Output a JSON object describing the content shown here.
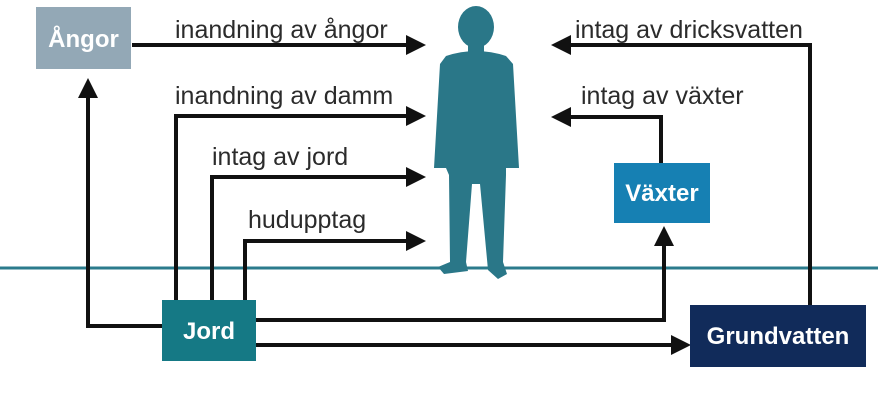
{
  "nodes": {
    "angor": {
      "label": "Ångor",
      "color": "#93a8b6"
    },
    "jord": {
      "label": "Jord",
      "color": "#157985"
    },
    "vaxter": {
      "label": "Växter",
      "color": "#1680b3"
    },
    "grundvatten": {
      "label": "Grundvatten",
      "color": "#112b5a"
    }
  },
  "person": {
    "color": "#2a7788",
    "icon": "person-silhouette-icon"
  },
  "ground_line_color": "#2b7b8c",
  "arrow_color": "#111111",
  "pathways": {
    "inandning_angor": "inandning av ångor",
    "inandning_damm": "inandning av damm",
    "intag_jord": "intag av jord",
    "hudupptag": "hudupptag",
    "intag_dricksvatten": "intag av dricksvatten",
    "intag_vaxter": "intag av växter"
  }
}
